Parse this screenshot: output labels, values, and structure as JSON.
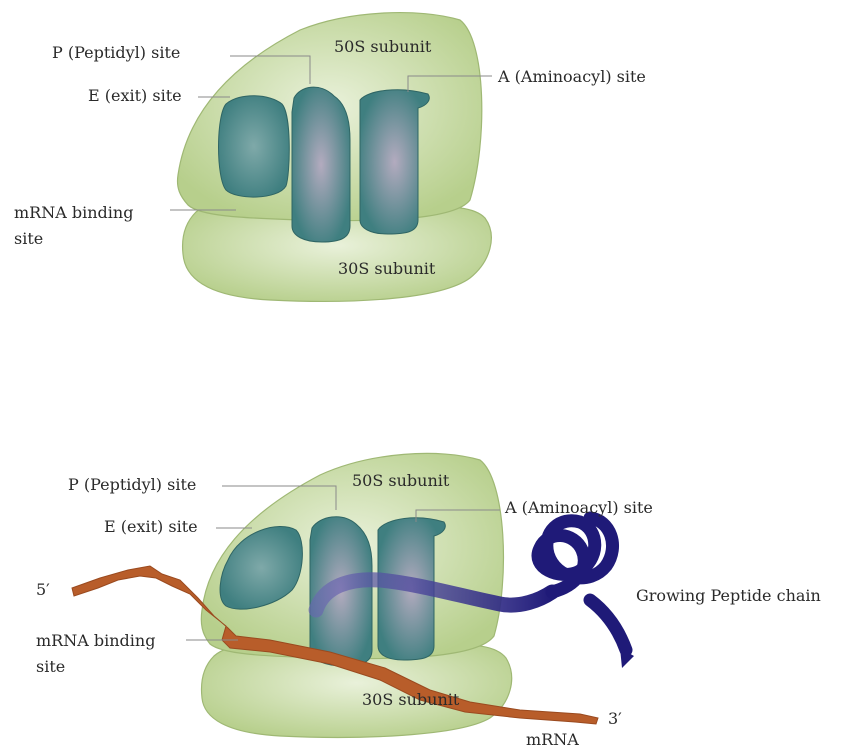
{
  "colors": {
    "subunit_fill": "#c3d79c",
    "subunit_stroke": "#9fb874",
    "site_fill": "#4f8a88",
    "site_highlight": "#a9a9b7",
    "mrna": "#b85d2a",
    "peptide": "#1f1a78",
    "leader": "#8a8a8a",
    "text": "#2a2a2a"
  },
  "top_diagram": {
    "p_site": "P (Peptidyl) site",
    "subunit_50s": "50S subunit",
    "a_site": "A (Aminoacyl) site",
    "e_site": "E (exit) site",
    "mrna_binding_line1": "mRNA binding",
    "mrna_binding_line2": "site",
    "subunit_30s": "30S subunit"
  },
  "bottom_diagram": {
    "p_site": "P (Peptidyl) site",
    "subunit_50s": "50S subunit",
    "a_site": "A (Aminoacyl) site",
    "e_site": "E (exit) site",
    "five_prime": "5′",
    "three_prime": "3′",
    "growing_peptide": "Growing Peptide chain",
    "mrna_binding_line1": "mRNA binding",
    "mrna_binding_line2": "site",
    "subunit_30s": "30S subunit",
    "mrna": "mRNA"
  }
}
